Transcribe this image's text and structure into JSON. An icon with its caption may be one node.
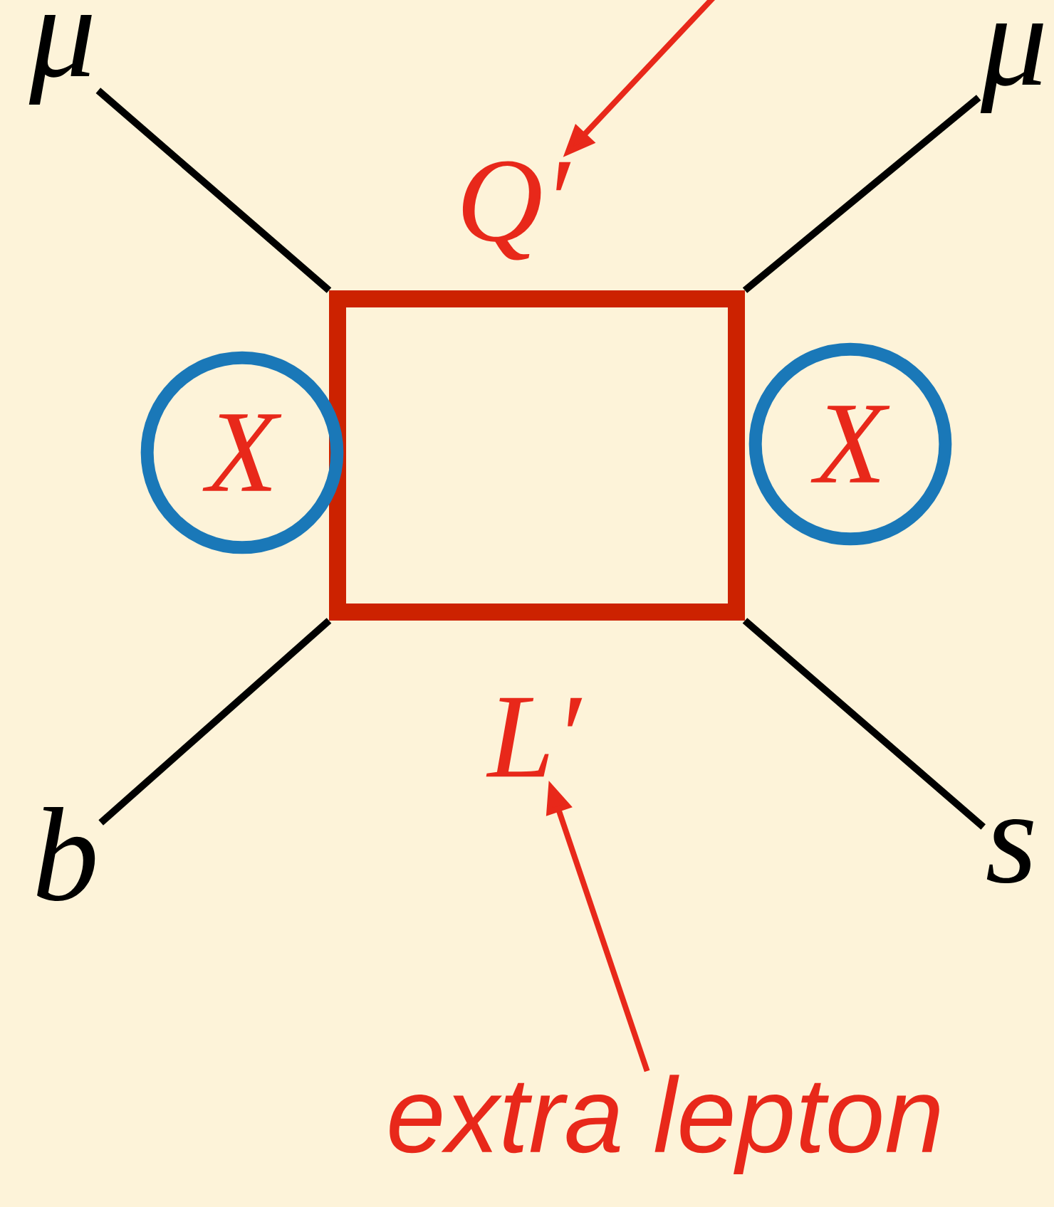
{
  "diagram": {
    "nodes": [
      {
        "text": [
          "μ"
        ]
      },
      {
        "text": [
          "μ"
        ]
      },
      {
        "text": [
          "b"
        ]
      },
      {
        "text": [
          "s"
        ]
      },
      {
        "text": [],
        "shape": "box"
      },
      {
        "text": [
          "X"
        ]
      },
      {
        "text": [
          "X"
        ]
      },
      {
        "text": [
          "Q′"
        ]
      },
      {
        "text": [
          "L′"
        ]
      },
      {
        "text": [
          "extra lepton"
        ]
      }
    ],
    "edges": [
      {
        "from": 0,
        "to": 4,
        "arrow": "none"
      },
      {
        "from": 1,
        "to": 4,
        "arrow": "none"
      },
      {
        "from": 2,
        "to": 4,
        "arrow": "none"
      },
      {
        "from": 3,
        "to": 4,
        "arrow": "none"
      },
      {
        "from": null,
        "to": 7,
        "arrow": "to",
        "color": "#e8281a"
      },
      {
        "from": 9,
        "to": 8,
        "arrow": "to",
        "color": "#e8281a"
      }
    ]
  }
}
